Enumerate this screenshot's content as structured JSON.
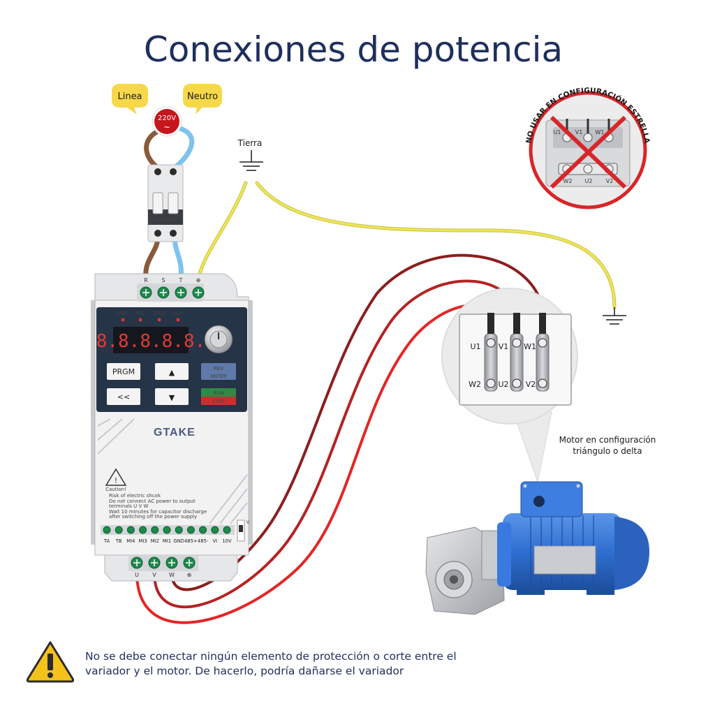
{
  "title": "Conexiones de potencia",
  "supply": {
    "line_label": "Linea",
    "neutral_label": "Neutro",
    "voltage": "220V",
    "ac_symbol": "~"
  },
  "ground": {
    "label": "Tierra"
  },
  "star_warning": {
    "text": "NO USAR EN CONFIGURACIÓN ESTRELLA",
    "top_terminals": [
      "U1",
      "V1",
      "W1"
    ],
    "bottom_terminals": [
      "W2",
      "U2",
      "V2"
    ]
  },
  "inverter": {
    "brand": "GTAKE",
    "input_terminals": [
      "R",
      "S",
      "T",
      "⊕"
    ],
    "output_terminals": [
      "U",
      "V",
      "W",
      "⊕"
    ],
    "leds": [
      "FWD",
      "REV",
      "STOP",
      "ALM"
    ],
    "display": "8.8.8.8.8.",
    "keys": {
      "prgm": "PRGM",
      "up": "▲",
      "rev": "REV",
      "enter": "ENTER",
      "shift": "<<",
      "down": "▼",
      "run": "RUN",
      "stop": "STOP"
    },
    "caution_label": "Caution!",
    "caution_lines": [
      "Risk of electric shcok",
      "Do not connect AC power to output",
      "terminals U V W",
      "Wait 10 minutes for capacitor discharge",
      "after switching off the power supply"
    ],
    "control_terminals": [
      "TA",
      "TB",
      "MI4",
      "MI3",
      "MI2",
      "MI1",
      "GND",
      "485+",
      "485-",
      "VI",
      "10V"
    ],
    "side_label": "V"
  },
  "motor": {
    "caption_line1": "Motor en configuración",
    "caption_line2": "triángulo o delta",
    "top_terminals": [
      "U1",
      "V1",
      "W1"
    ],
    "bottom_terminals": [
      "W2",
      "U2",
      "V2"
    ]
  },
  "warning": {
    "line1": "No se debe conectar ningún elemento de protección o corte entre el",
    "line2": "variador y el motor. De hacerlo, podría dañarse el variador"
  },
  "colors": {
    "title": "#1e2f5c",
    "line_wire": "#8a5a3c",
    "neutral_wire": "#7ec3ee",
    "ground_wire": "#e8e04a",
    "motor_wire_dark": "#8b1f1f",
    "motor_wire_mid": "#b52323",
    "motor_wire_bright": "#e32626",
    "label_bubble": "#f6d84a",
    "warning_yellow": "#f3c21b",
    "motor_blue": "#2f6fd0",
    "forbidden_red": "#d7262a"
  }
}
